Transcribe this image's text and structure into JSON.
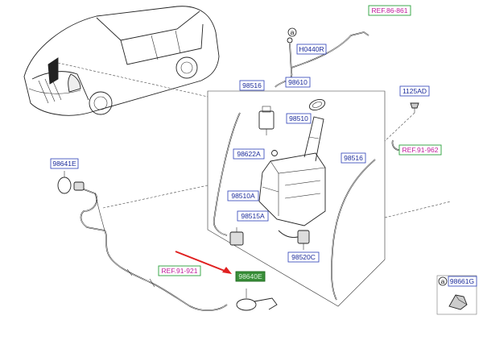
{
  "labels": {
    "ref_86_861": "REF.86-861",
    "h0440r": "H0440R",
    "circle_a_top": "a",
    "p98516_top": "98516",
    "p98610": "98610",
    "p1125ad": "1125AD",
    "p98510": "98510",
    "ref_91_962": "REF.91-962",
    "p98622a": "98622A",
    "p98516_right": "98516",
    "p98641e": "98641E",
    "p98510a": "98510A",
    "p98515a": "98515A",
    "p98520c": "98520C",
    "ref_91_921": "REF.91-921",
    "p98640e": "98640E",
    "circle_a_right": "a",
    "p98661g": "98661G"
  },
  "colors": {
    "label_border": "#2b3fb8",
    "label_text": "#1a2a9a",
    "ref_border": "#2aa13a",
    "ref_text": "#c01a9c",
    "highlight_fill": "#3a8f3a",
    "arrow": "#e02020"
  }
}
